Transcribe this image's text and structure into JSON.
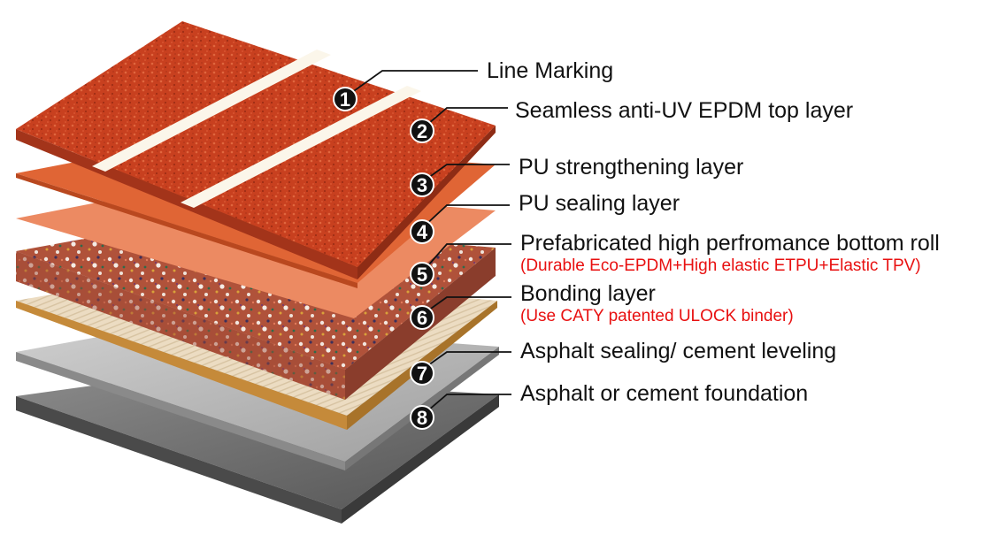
{
  "labels": [
    {
      "number": "1",
      "text": "Line Marking"
    },
    {
      "number": "2",
      "text": "Seamless anti-UV EPDM top layer"
    },
    {
      "number": "3",
      "text": "PU strengthening layer"
    },
    {
      "number": "4",
      "text": "PU sealing layer"
    },
    {
      "number": "5",
      "text": "Prefabricated high perfromance bottom roll",
      "note": "(Durable Eco-EPDM+High elastic ETPU+Elastic TPV)"
    },
    {
      "number": "6",
      "text": "Bonding layer",
      "note": "(Use CATY patented ULOCK binder)"
    },
    {
      "number": "7",
      "text": "Asphalt sealing/ cement leveling"
    },
    {
      "number": "8",
      "text": "Asphalt or cement foundation"
    }
  ],
  "colors": {
    "epdm_red": "#c8401f",
    "pu_strengthening": "#e06535",
    "pu_sealing": "#ec8a62",
    "line_marking": "#fbf6ea",
    "bonding": "#ecdcc2",
    "bonding_edge": "#c58a3a",
    "leveling": "#b8b8b8",
    "foundation": "#6f6f6f",
    "note_text": "#e81010"
  }
}
